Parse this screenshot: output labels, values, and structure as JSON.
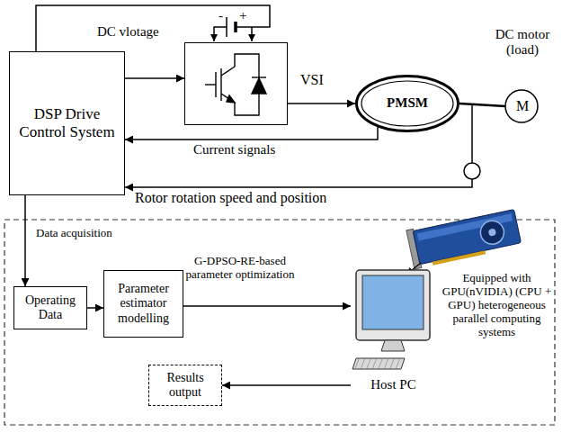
{
  "diagram": {
    "nodes": [
      {
        "text": [
          "DSP Drive Control System"
        ]
      },
      {
        "text": [
          "VSI"
        ]
      },
      {
        "text": [
          "PMSM"
        ]
      },
      {
        "text": [
          "DC motor (load)",
          "M"
        ]
      },
      {
        "text": [
          "Operating Data"
        ]
      },
      {
        "text": [
          "Parameter estimator modelling"
        ]
      },
      {
        "text": [
          "Host PC"
        ]
      },
      {
        "text": [
          "Results output"
        ]
      }
    ],
    "edges": [
      {
        "from": 0,
        "to": 1,
        "arrow": "to"
      },
      {
        "from": 1,
        "to": 2,
        "arrow": "to"
      },
      {
        "from": 2,
        "to": 3,
        "arrow": "none"
      },
      {
        "from": 2,
        "to": 0,
        "label": "Current signals",
        "arrow": "to"
      },
      {
        "from": 2,
        "to": 0,
        "label": "Rotor rotation speed and position",
        "arrow": "to"
      },
      {
        "from": 0,
        "to": 4,
        "label": "Data acquisition",
        "arrow": "to"
      },
      {
        "from": 4,
        "to": 5,
        "arrow": "to"
      },
      {
        "from": 5,
        "to": 6,
        "label": "G-DPSO-RE-based parameter optimization",
        "arrow": "to"
      },
      {
        "from": 6,
        "to": 7,
        "arrow": "to"
      }
    ],
    "labels": [
      "DC vlotage",
      "-",
      "+",
      "Equipped with GPU(nVIDIA) (CPU + GPU) heterogeneous parallel computing systems"
    ]
  }
}
